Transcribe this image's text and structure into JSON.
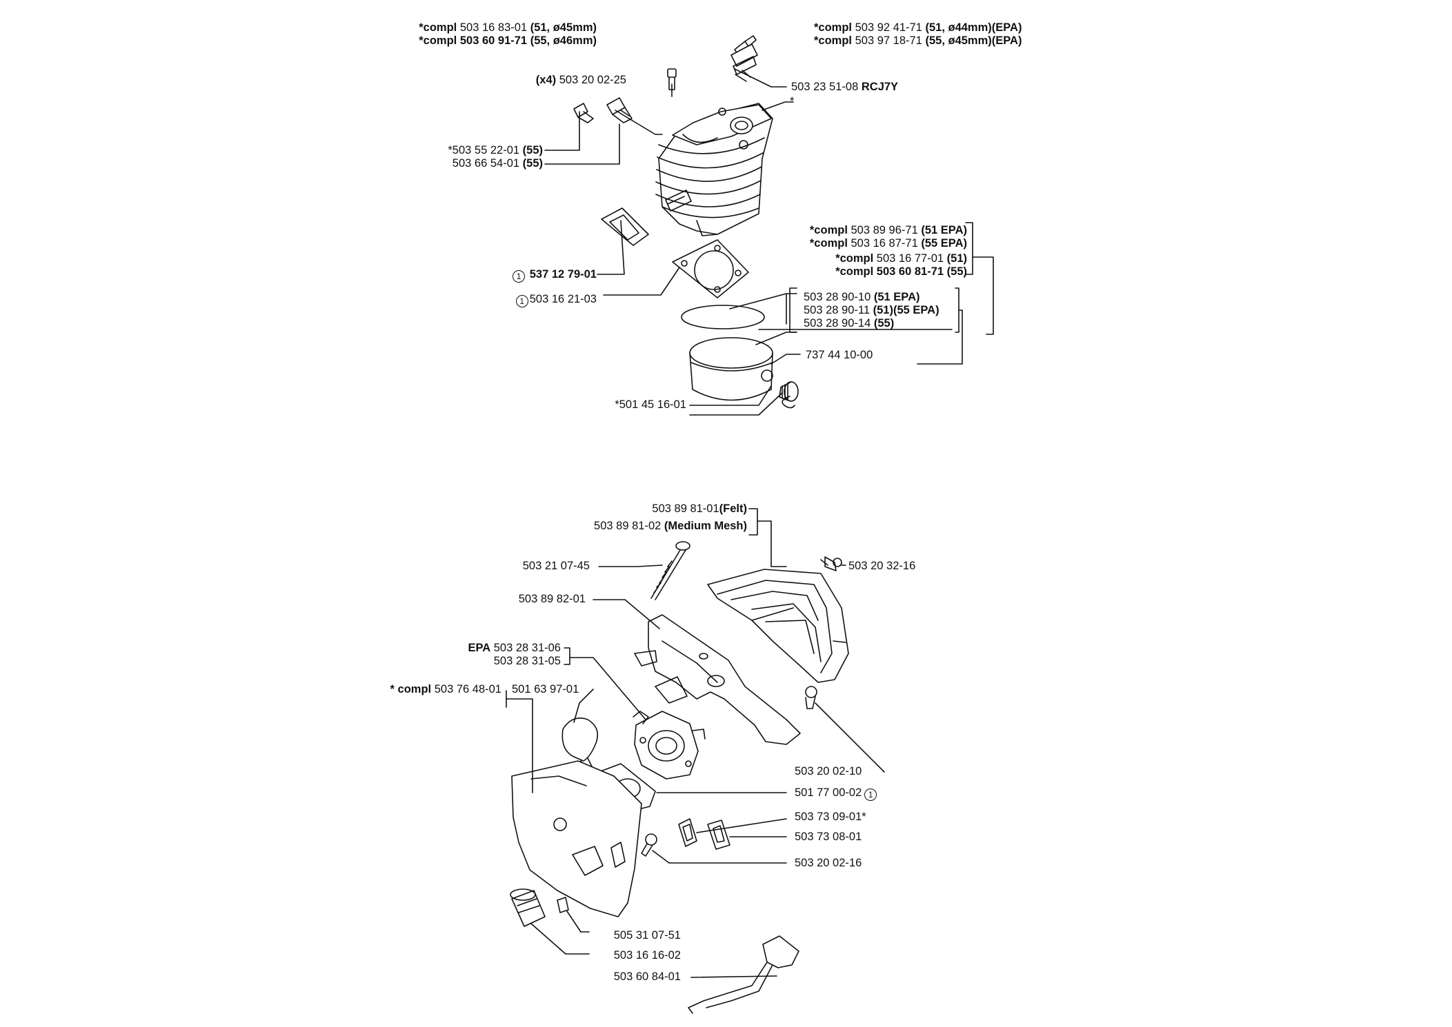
{
  "top": {
    "cyl_compl_a": {
      "prefix": "*compl",
      "num": "503 16 83-01",
      "note": "(51, ø45mm)"
    },
    "cyl_compl_b": {
      "prefix": "*compl",
      "num": "503 60 91-71",
      "note": "(55, ø46mm)"
    },
    "cyl_compl_c": {
      "prefix": "*compl",
      "num": "503 92 41-71",
      "note": "(51, ø44mm)(EPA)"
    },
    "cyl_compl_d": {
      "prefix": "*compl",
      "num": "503 97 18-71",
      "note": "(55, ø45mm)(EPA)"
    },
    "screw": {
      "qty": "(x4)",
      "num": "503 20 02-25"
    },
    "spark_plug": {
      "num": "503 23 51-08",
      "note": "RCJ7Y"
    },
    "star": "*",
    "decomp_a": {
      "num": "*503 55 22-01",
      "note": "(55)"
    },
    "decomp_b": {
      "num": "503 66 54-01",
      "note": "(55)"
    },
    "piston_compl_a": {
      "prefix": "*compl",
      "num": "503 89 96-71",
      "note": "(51 EPA)"
    },
    "piston_compl_b": {
      "prefix": "*compl",
      "num": "503 16 87-71",
      "note": "(55 EPA)"
    },
    "piston_compl_c": {
      "prefix": "*compl",
      "num": "503 16 77-01",
      "note": "(51)"
    },
    "piston_compl_d": {
      "prefix": "*compl",
      "num": "503 60 81-71",
      "note": "(55)"
    },
    "gasket_a": {
      "circle": "1",
      "num": "537 12 79-01"
    },
    "gasket_b": {
      "circle": "1",
      "num": "503 16 21-03"
    },
    "ring_a": {
      "num": "503 28 90-10",
      "note": "(51 EPA)"
    },
    "ring_b": {
      "num": "503 28 90-11",
      "note": "(51)(55 EPA)"
    },
    "ring_c": {
      "num": "503 28 90-14",
      "note": "(55)"
    },
    "circlip": {
      "num": "737 44 10-00"
    },
    "bearing": {
      "num": "*501 45 16-01"
    }
  },
  "bottom": {
    "filter_a": {
      "num": "503 89 81-01",
      "note": "(Felt)"
    },
    "filter_b": {
      "num": "503 89 81-02",
      "note": "(Medium Mesh)"
    },
    "bolt": {
      "num": "503 21 07-45"
    },
    "screw_top": {
      "num": "503 20 32-16"
    },
    "holder": {
      "num": "503 89 82-01"
    },
    "carb_a": {
      "prefix": "EPA",
      "num": "503 28 31-06"
    },
    "carb_b": {
      "num": "503 28 31-05"
    },
    "plate": {
      "prefix": "* compl",
      "num": "503 76 48-01"
    },
    "bulb": {
      "num": "501 63 97-01"
    },
    "screw_right": {
      "num": "503 20 02-10"
    },
    "gasket": {
      "num": "501 77 00-02",
      "circle": "1"
    },
    "grommet_a": {
      "num": "503 73 09-01*"
    },
    "grommet_b": {
      "num": "503 73 08-01"
    },
    "screw_bottom": {
      "num": "503 20 02-16"
    },
    "spacer": {
      "num": "505 31 07-51"
    },
    "knob": {
      "num": "503 16 16-02"
    },
    "rod": {
      "num": "503 60 84-01"
    }
  }
}
